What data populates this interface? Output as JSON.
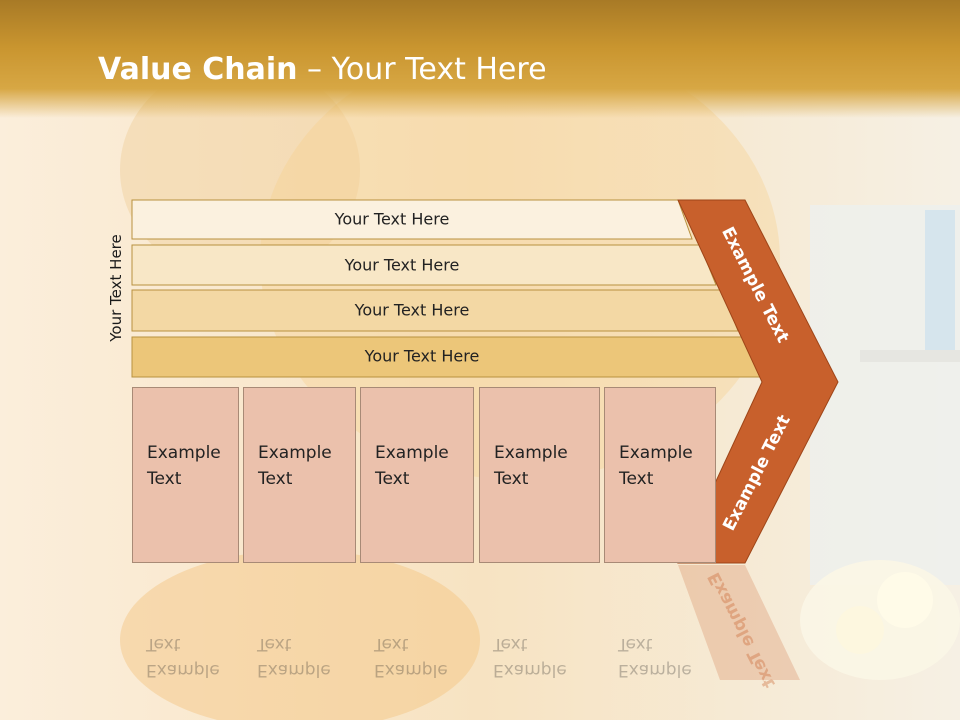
{
  "title": {
    "bold": "Value Chain",
    "rest": " – Your Text Here"
  },
  "side_label": "Your Text Here",
  "rows": [
    "Your Text Here",
    "Your Text Here",
    "Your Text Here",
    "Your Text Here"
  ],
  "boxes": [
    "Example\nText",
    "Example\nText",
    "Example\nText",
    "Example\nText",
    "Example\nText"
  ],
  "arrow": {
    "upper_label": "Example Text",
    "lower_label": "Example Text"
  },
  "colors": {
    "title_bar": "#c9952f",
    "arrow": "#c8602c",
    "box": "#ebc1ac",
    "row1": "#fbf1df",
    "row2": "#f8e7c6",
    "row3": "#f3d8a4",
    "row4": "#ecc679"
  }
}
